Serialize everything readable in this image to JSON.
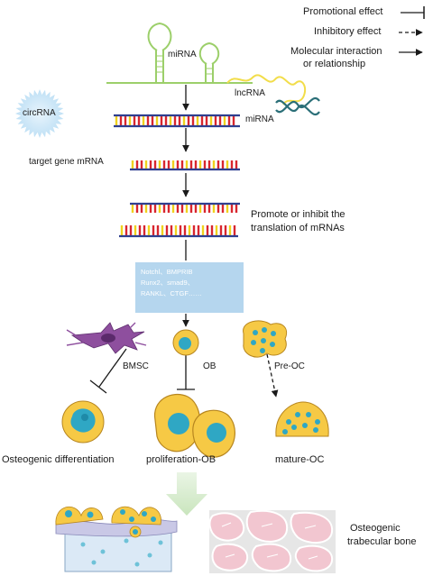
{
  "legend": {
    "promotional": "Promotional effect",
    "inhibitory": "Inhibitory effect",
    "interaction_line1": "Molecular interaction",
    "interaction_line2": "or relationship"
  },
  "labels": {
    "mirna_top": "miRNA",
    "lncrna": "lncRNA",
    "circrna": "circRNA",
    "mirna_duplex": "miRNA",
    "target_mrna": "target gene mRNA",
    "translation_line1": "Promote or inhibit the",
    "translation_line2": "translation of mRNAs",
    "bmsc": "BMSC",
    "ob": "OB",
    "pre_oc": "Pre-OC",
    "osteogenic_diff": "Osteogenic differentiation",
    "prolif_ob": "proliferation-OB",
    "mature_oc": "mature-OC",
    "bone_line1": "Osteogenic",
    "bone_line2": "trabecular bone"
  },
  "genes": {
    "line1": "Notchl、BMPRIB",
    "line2": "Runx2、smad9、",
    "line3": "RANKL、CTGF……"
  },
  "colors": {
    "rna_green": "#9ccf6a",
    "strand_blue": "#2f3f8f",
    "base_red": "#d8262e",
    "base_yellow": "#f0d21e",
    "lnc_yellow": "#f2dd4a",
    "helix_teal": "#2b6f78",
    "circ_blue": "#cfe7f7",
    "gene_box": "#b5d6ee",
    "cell_yellow": "#f6c945",
    "nucleus_teal": "#2fa7c4",
    "bmsc_purple": "#8e4f9e",
    "bone_pink": "#f2c6d0",
    "arrow_green": "#d7ecd0"
  }
}
